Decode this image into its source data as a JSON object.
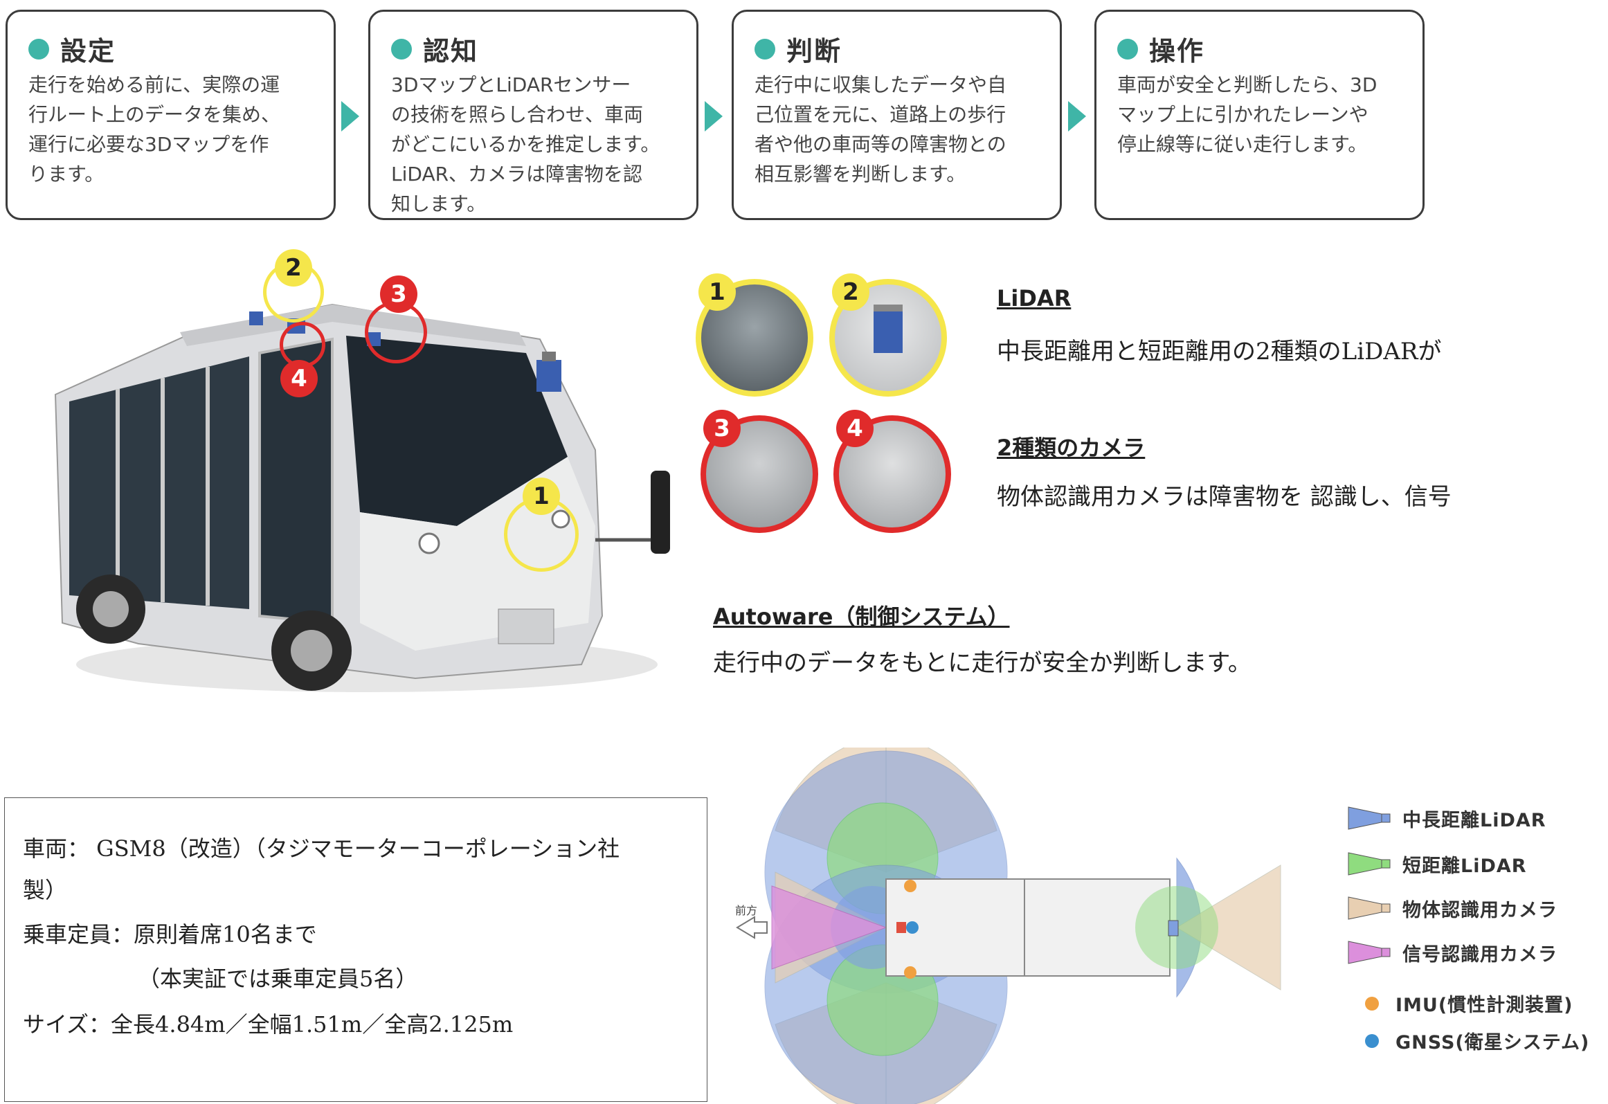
{
  "steps": [
    {
      "title": "設定",
      "lines": [
        "走行を始める前に、実際の運",
        "行ルート上のデータを集め、",
        "運行に必要な3Dマップを作",
        "ります。"
      ]
    },
    {
      "title": "認知",
      "lines": [
        "3DマップとLiDARセンサー",
        "の技術を照らし合わせ、車両",
        "がどこにいるかを推定します。",
        "LiDAR、カメラは障害物を認",
        "知します。"
      ]
    },
    {
      "title": "判断",
      "lines": [
        "走行中に収集したデータや自",
        "己位置を元に、道路上の歩行",
        "者や他の車両等の障害物との",
        "相互影響を判断します。"
      ]
    },
    {
      "title": "操作",
      "lines": [
        "車両が安全と判断したら、3D",
        "マップ上に引かれたレーンや",
        "停止線等に従い走行します。"
      ]
    }
  ],
  "bus_badges": [
    "1",
    "2",
    "3",
    "4"
  ],
  "thumbs": [
    "1",
    "2",
    "3",
    "4"
  ],
  "colors": {
    "accent": "#3fb5a7",
    "yellow": "#f5e64b",
    "red": "#e02b2b"
  },
  "descriptions": {
    "lidar_title": "LiDAR",
    "lidar_text": "中長距離用と短距離用の2種類のLiDARが",
    "camera_title": "2種類のカメラ",
    "camera_text": "物体認識用カメラは障害物を  認識し、信号",
    "autoware_title": "Autoware（制御システム）",
    "autoware_text": "走行中のデータをもとに走行が安全か判断します。"
  },
  "spec": {
    "line1": "車両：  GSM8（改造）（タジマモーターコーポレーション社",
    "line2": "製）",
    "line3": "乗車定員：原則着席10名まで",
    "line4": "（本実証では乗車定員5名）",
    "line5": "サイズ：全長4.84m／全幅1.51m／全高2.125m"
  },
  "diagram": {
    "front_label": "前方"
  },
  "legend": [
    {
      "label": "中長距離LiDAR",
      "color": "#7f9fdf"
    },
    {
      "label": "短距離LiDAR",
      "color": "#8fdc7f"
    },
    {
      "label": "物体認識用カメラ",
      "color": "#e8cfb2"
    },
    {
      "label": "信号認識用カメラ",
      "color": "#dc8fdc"
    },
    {
      "label": "IMU(慣性計測装置)",
      "color": "#f0a040"
    },
    {
      "label": "GNSS(衛星システム)",
      "color": "#3a8fcf"
    }
  ]
}
